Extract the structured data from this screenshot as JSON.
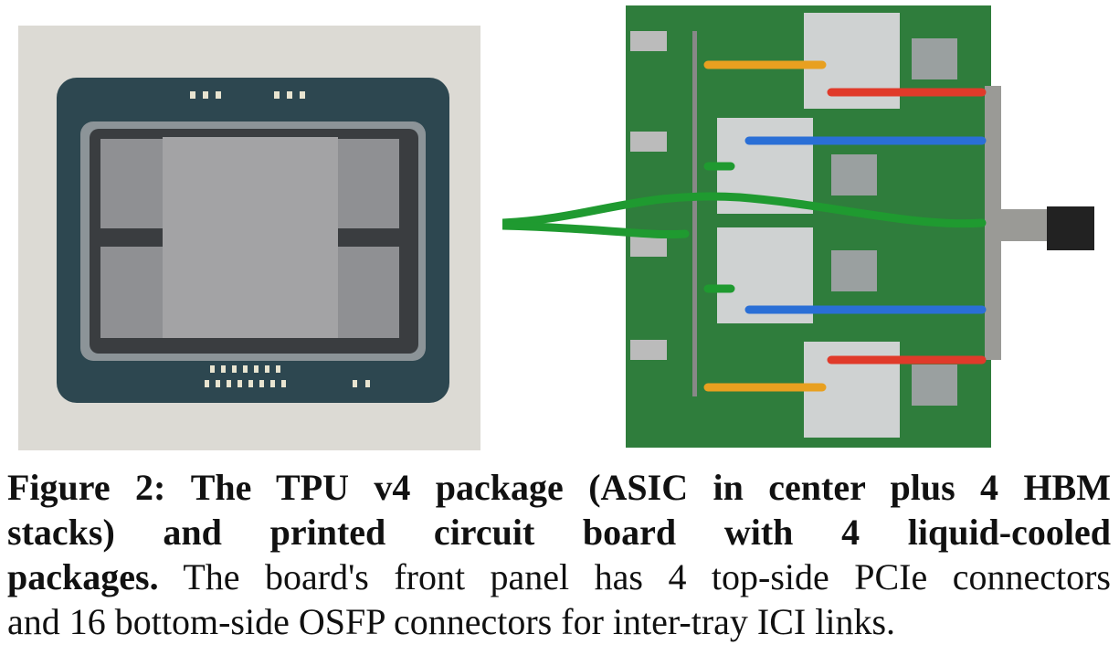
{
  "figure": {
    "label": "Figure 2:",
    "caption_bold_1": "The TPU v4 package (ASIC in center plus 4 HBM",
    "caption_bold_2": "stacks) and printed circuit board with 4 liquid-cooled",
    "caption_bold_3": "packages.",
    "caption_normal_3": " The board's front panel has 4 top-side PCIe connectors",
    "caption_normal_4": "and 16 bottom-side OSFP connectors for inter-tray ICI links."
  },
  "colors": {
    "board": "#2f7d3c",
    "package": "#2d4750",
    "pipe_orange": "#e8a020",
    "pipe_red": "#e03a2a",
    "pipe_blue": "#2a6fd6",
    "pipe_green": "#1f9a30"
  }
}
